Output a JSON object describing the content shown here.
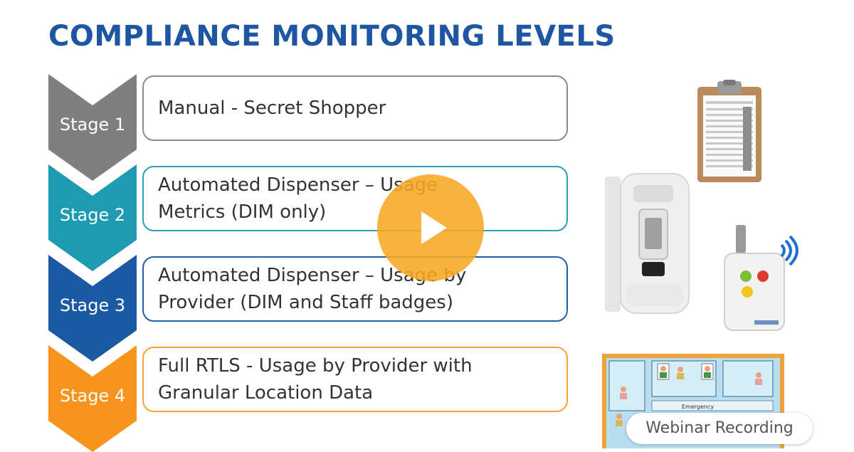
{
  "title": "COMPLIANCE MONITORING LEVELS",
  "stages": [
    {
      "label": "Stage 1",
      "color": "#7f7f7f",
      "border": "#8c8c8c",
      "lines": [
        "Manual - Secret Shopper"
      ]
    },
    {
      "label": "Stage 2",
      "color": "#1e9bb0",
      "border": "#2a9fb5",
      "lines": [
        "Automated Dispenser – Usage",
        "Metrics (DIM only)"
      ]
    },
    {
      "label": "Stage 3",
      "color": "#1b5aa3",
      "border": "#235fa8",
      "lines": [
        "Automated Dispenser – Usage by",
        "Provider (DIM and Staff badges)"
      ]
    },
    {
      "label": "Stage 4",
      "color": "#f7941d",
      "border": "#f5a23a",
      "lines": [
        "Full RTLS - Usage by Provider with",
        "Granular Location Data"
      ]
    }
  ],
  "images": {
    "clipboard": "clipboard-icon",
    "dispenser": "hand-sanitizer-dispenser-icon",
    "badge": "staff-badge-icon",
    "floorplan": "floor-plan-map-icon"
  },
  "floorplan_label": "Emergency",
  "play_button": "play-icon",
  "recording_badge": "Webinar Recording",
  "accent_play": "#f6a822"
}
